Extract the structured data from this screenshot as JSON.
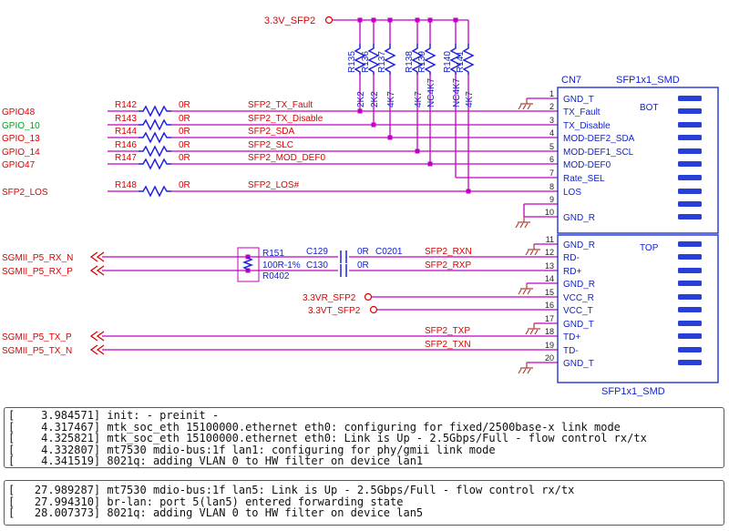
{
  "schematic": {
    "rail": "3.3V_SFP2",
    "vr": "3.3VR_SFP2",
    "vt": "3.3VT_SFP2",
    "pullups": [
      {
        "ref": "R135",
        "value": "2K2"
      },
      {
        "ref": "R136",
        "value": "2K2"
      },
      {
        "ref": "R137",
        "value": "4K7"
      },
      {
        "ref": "R138",
        "value": "4K7"
      },
      {
        "ref": "R139",
        "value": "NC4K7"
      },
      {
        "ref": "R140",
        "value": "NC4K7"
      },
      {
        "ref": "R141",
        "value": "4K7"
      }
    ],
    "gpio": [
      "GPIO48",
      "GPIO_10",
      "GPIO_13",
      "GPIO_14",
      "GPIO47"
    ],
    "los_port": "SFP2_LOS",
    "series": [
      {
        "ref": "R142",
        "value": "0R",
        "net": "SFP2_TX_Fault"
      },
      {
        "ref": "R143",
        "value": "0R",
        "net": "SFP2_TX_Disable"
      },
      {
        "ref": "R144",
        "value": "0R",
        "net": "SFP2_SDA"
      },
      {
        "ref": "R146",
        "value": "0R",
        "net": "SFP2_SLC"
      },
      {
        "ref": "R147",
        "value": "0R",
        "net": "SFP2_MOD_DEF0"
      },
      {
        "ref": "R148",
        "value": "0R",
        "net": "SFP2_LOS#"
      }
    ],
    "rx_ports": [
      "SGMII_P5_RX_N",
      "SGMII_P5_RX_P"
    ],
    "tx_ports": [
      "SGMII_P5_TX_P",
      "SGMII_P5_TX_N"
    ],
    "r151": {
      "ref": "R151",
      "value": "100R-1%",
      "footprint": "R0402"
    },
    "c129": {
      "ref": "C129",
      "value": "0R",
      "footprint": "C0201"
    },
    "c130": {
      "ref": "C130",
      "value": "0R"
    },
    "nets": {
      "rxn": "SFP2_RXN",
      "rxp": "SFP2_RXP",
      "txp": "SFP2_TXP",
      "txn": "SFP2_TXN"
    },
    "connector": {
      "ref": "CN7",
      "part": "SFP1x1_SMD",
      "part_bottom": "SFP1x1_SMD",
      "bot": "BOT",
      "top": "TOP",
      "pins": [
        {
          "num": "1",
          "name": "GND_T"
        },
        {
          "num": "2",
          "name": "TX_Fault"
        },
        {
          "num": "3",
          "name": "TX_Disable"
        },
        {
          "num": "4",
          "name": "MOD-DEF2_SDA"
        },
        {
          "num": "5",
          "name": "MOD-DEF1_SCL"
        },
        {
          "num": "6",
          "name": "MOD-DEF0"
        },
        {
          "num": "7",
          "name": "Rate_SEL"
        },
        {
          "num": "8",
          "name": "LOS"
        },
        {
          "num": "9",
          "name": ""
        },
        {
          "num": "10",
          "name": "GND_R"
        },
        {
          "num": "11",
          "name": "GND_R"
        },
        {
          "num": "12",
          "name": "RD-"
        },
        {
          "num": "13",
          "name": "RD+"
        },
        {
          "num": "14",
          "name": "GND_R"
        },
        {
          "num": "15",
          "name": "VCC_R"
        },
        {
          "num": "16",
          "name": "VCC_T"
        },
        {
          "num": "17",
          "name": "GND_T"
        },
        {
          "num": "18",
          "name": "TD+"
        },
        {
          "num": "19",
          "name": "TD-"
        },
        {
          "num": "20",
          "name": "GND_T"
        }
      ]
    },
    "accent_colors": {
      "wire": "#C000C0",
      "resistor": "#2020DF",
      "net_label": "#DD0000",
      "pin_label": "#1322CC",
      "ground": "#B03A2E"
    }
  },
  "console": {
    "log1": [
      "[    3.984571] init: - preinit -",
      "[    4.317467] mtk_soc_eth 15100000.ethernet eth0: configuring for fixed/2500base-x link mode",
      "[    4.325821] mtk_soc_eth 15100000.ethernet eth0: Link is Up - 2.5Gbps/Full - flow control rx/tx",
      "[    4.332807] mt7530 mdio-bus:1f lan1: configuring for phy/gmii link mode",
      "[    4.341519] 8021q: adding VLAN 0 to HW filter on device lan1"
    ],
    "log2": [
      "[   27.989287] mt7530 mdio-bus:1f lan5: Link is Up - 2.5Gbps/Full - flow control rx/tx",
      "[   27.994310] br-lan: port 5(lan5) entered forwarding state",
      "[   28.007373] 8021q: adding VLAN 0 to HW filter on device lan5"
    ]
  }
}
